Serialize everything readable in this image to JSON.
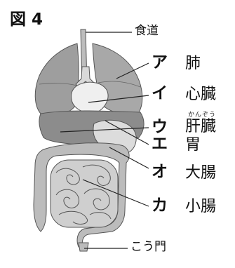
{
  "figure": {
    "title": "図 4"
  },
  "labels": {
    "esophagus": "食道",
    "anus": "こう門",
    "organs": [
      {
        "key": "ア",
        "name": "肺"
      },
      {
        "key": "イ",
        "name": "心臓"
      },
      {
        "key": "ウ",
        "name": "肝臓",
        "ruby": "かんぞう"
      },
      {
        "key": "エ",
        "name": "胃"
      },
      {
        "key": "オ",
        "name": "大腸"
      },
      {
        "key": "カ",
        "name": "小腸"
      }
    ]
  }
}
